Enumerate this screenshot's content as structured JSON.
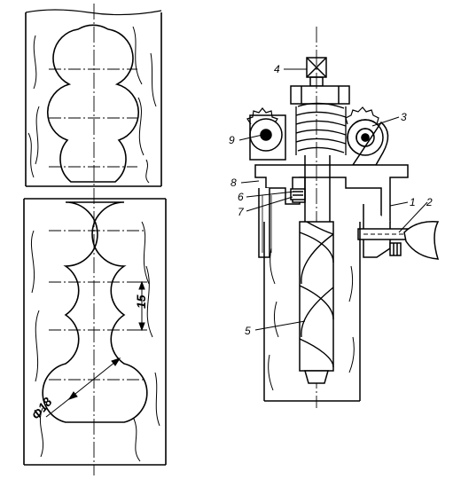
{
  "figure": {
    "left_view": {
      "dimensions": {
        "pitch": "15",
        "diameter": "Φ18"
      }
    },
    "right_view": {
      "callouts": [
        "1",
        "2",
        "3",
        "4",
        "5",
        "6",
        "7",
        "8",
        "9"
      ]
    }
  },
  "colors": {
    "ink": "#000000",
    "paper": "#ffffff"
  }
}
